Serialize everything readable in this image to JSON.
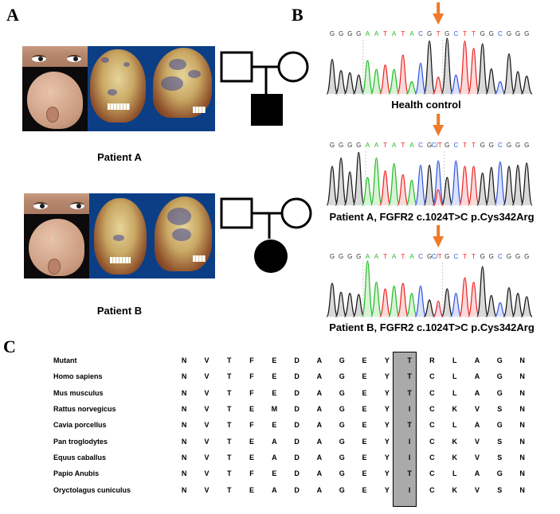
{
  "panels": {
    "a_label": "A",
    "b_label": "B",
    "c_label": "C"
  },
  "patients": [
    {
      "caption": "Patient A",
      "pedigree": {
        "father": "unaffected-male",
        "mother": "unaffected-female",
        "proband": "affected-male"
      },
      "photos": [
        "eyes-closeup",
        "head-profile",
        "ct-skull-frontal",
        "ct-skull-lateral"
      ]
    },
    {
      "caption": "Patient B",
      "pedigree": {
        "father": "unaffected-male",
        "mother": "unaffected-female",
        "proband": "affected-female"
      },
      "photos": [
        "eyes-closeup",
        "head-profile",
        "ct-skull-frontal",
        "ct-skull-lateral"
      ]
    }
  ],
  "colors": {
    "A": "#22bb22",
    "C": "#3355dd",
    "G": "#333333",
    "T": "#ee2222",
    "arrow": "#ee7a2a",
    "highlight": "#aaaaaa",
    "ct_background": "#0c3e86"
  },
  "chromatograms": [
    {
      "caption": "Health control",
      "bases": [
        "G",
        "G",
        "G",
        "G",
        "A",
        "A",
        "T",
        "A",
        "T",
        "A",
        "C",
        "G",
        "T",
        "G",
        "C",
        "T",
        "T",
        "G",
        "G",
        "C",
        "G",
        "G",
        "G"
      ],
      "mutation_index": 12,
      "mutation_call": "T",
      "peaks": [
        {
          "b": "G",
          "h": 0.62
        },
        {
          "b": "G",
          "h": 0.42
        },
        {
          "b": "G",
          "h": 0.38
        },
        {
          "b": "G",
          "h": 0.34
        },
        {
          "b": "A",
          "h": 0.6
        },
        {
          "b": "A",
          "h": 0.44
        },
        {
          "b": "T",
          "h": 0.52
        },
        {
          "b": "A",
          "h": 0.44
        },
        {
          "b": "T",
          "h": 0.7
        },
        {
          "b": "A",
          "h": 0.22
        },
        {
          "b": "C",
          "h": 0.55
        },
        {
          "b": "G",
          "h": 0.95
        },
        {
          "b": "T",
          "h": 0.3
        },
        {
          "b": "G",
          "h": 1.0
        },
        {
          "b": "C",
          "h": 0.34
        },
        {
          "b": "T",
          "h": 0.95
        },
        {
          "b": "T",
          "h": 0.82
        },
        {
          "b": "G",
          "h": 0.9
        },
        {
          "b": "G",
          "h": 0.45
        },
        {
          "b": "C",
          "h": 0.22
        },
        {
          "b": "G",
          "h": 0.72
        },
        {
          "b": "G",
          "h": 0.4
        },
        {
          "b": "G",
          "h": 0.32
        }
      ]
    },
    {
      "caption": "Patient A, FGFR2 c.1024T>C p.Cys342Arg",
      "bases": [
        "G",
        "G",
        "G",
        "G",
        "A",
        "A",
        "T",
        "A",
        "T",
        "A",
        "C",
        "G",
        "C/T",
        "G",
        "C",
        "T",
        "T",
        "G",
        "G",
        "C",
        "G",
        "G",
        "G"
      ],
      "mutation_index": 12,
      "mutation_call": "C/T",
      "peaks": [
        {
          "b": "G",
          "h": 0.7
        },
        {
          "b": "G",
          "h": 0.85
        },
        {
          "b": "G",
          "h": 0.6
        },
        {
          "b": "G",
          "h": 0.95
        },
        {
          "b": "A",
          "h": 0.5
        },
        {
          "b": "A",
          "h": 0.85
        },
        {
          "b": "T",
          "h": 0.62
        },
        {
          "b": "A",
          "h": 0.75
        },
        {
          "b": "T",
          "h": 0.55
        },
        {
          "b": "A",
          "h": 0.45
        },
        {
          "b": "C",
          "h": 0.72
        },
        {
          "b": "G",
          "h": 0.72
        },
        {
          "b": "C",
          "h": 0.8
        },
        {
          "b": "G",
          "h": 0.5
        },
        {
          "b": "C",
          "h": 0.8
        },
        {
          "b": "T",
          "h": 0.7
        },
        {
          "b": "T",
          "h": 0.7
        },
        {
          "b": "G",
          "h": 0.58
        },
        {
          "b": "G",
          "h": 0.68
        },
        {
          "b": "C",
          "h": 0.78
        },
        {
          "b": "G",
          "h": 0.7
        },
        {
          "b": "G",
          "h": 0.72
        },
        {
          "b": "G",
          "h": 0.76
        }
      ]
    },
    {
      "caption": "Patient B, FGFR2 c.1024T>C p.Cys342Arg",
      "bases": [
        "G",
        "G",
        "G",
        "G",
        "A",
        "A",
        "T",
        "A",
        "T",
        "A",
        "C",
        "G",
        "C/T",
        "G",
        "C",
        "T",
        "T",
        "G",
        "G",
        "C",
        "G",
        "G",
        "G"
      ],
      "mutation_index": 12,
      "mutation_call": "C/T",
      "peaks": [
        {
          "b": "G",
          "h": 0.6
        },
        {
          "b": "G",
          "h": 0.44
        },
        {
          "b": "G",
          "h": 0.42
        },
        {
          "b": "G",
          "h": 0.4
        },
        {
          "b": "A",
          "h": 1.0
        },
        {
          "b": "A",
          "h": 0.62
        },
        {
          "b": "T",
          "h": 0.5
        },
        {
          "b": "A",
          "h": 0.55
        },
        {
          "b": "T",
          "h": 0.6
        },
        {
          "b": "A",
          "h": 0.42
        },
        {
          "b": "C",
          "h": 0.55
        },
        {
          "b": "G",
          "h": 0.3
        },
        {
          "b": "C",
          "h": 0.2
        },
        {
          "b": "G",
          "h": 0.5
        },
        {
          "b": "C",
          "h": 0.42
        },
        {
          "b": "T",
          "h": 0.7
        },
        {
          "b": "T",
          "h": 0.62
        },
        {
          "b": "G",
          "h": 0.9
        },
        {
          "b": "G",
          "h": 0.38
        },
        {
          "b": "C",
          "h": 0.25
        },
        {
          "b": "G",
          "h": 0.52
        },
        {
          "b": "G",
          "h": 0.42
        },
        {
          "b": "G",
          "h": 0.36
        }
      ]
    }
  ],
  "alignment": {
    "highlight_column": 11,
    "rows": [
      {
        "species": "Mutant",
        "residues": [
          "N",
          "V",
          "T",
          "F",
          "E",
          "D",
          "A",
          "G",
          "E",
          "Y",
          "T",
          "R",
          "L",
          "A",
          "G",
          "N"
        ]
      },
      {
        "species": "Homo sapiens",
        "residues": [
          "N",
          "V",
          "T",
          "F",
          "E",
          "D",
          "A",
          "G",
          "E",
          "Y",
          "T",
          "C",
          "L",
          "A",
          "G",
          "N"
        ]
      },
      {
        "species": "Mus musculus",
        "residues": [
          "N",
          "V",
          "T",
          "F",
          "E",
          "D",
          "A",
          "G",
          "E",
          "Y",
          "T",
          "C",
          "L",
          "A",
          "G",
          "N"
        ]
      },
      {
        "species": "Rattus norvegicus",
        "residues": [
          "N",
          "V",
          "T",
          "E",
          "M",
          "D",
          "A",
          "G",
          "E",
          "Y",
          "I",
          "C",
          "K",
          "V",
          "S",
          "N"
        ]
      },
      {
        "species": "Cavia porcellus",
        "residues": [
          "N",
          "V",
          "T",
          "F",
          "E",
          "D",
          "A",
          "G",
          "E",
          "Y",
          "T",
          "C",
          "L",
          "A",
          "G",
          "N"
        ]
      },
      {
        "species": "Pan troglodytes",
        "residues": [
          "N",
          "V",
          "T",
          "E",
          "A",
          "D",
          "A",
          "G",
          "E",
          "Y",
          "I",
          "C",
          "K",
          "V",
          "S",
          "N"
        ]
      },
      {
        "species": "Equus caballus",
        "residues": [
          "N",
          "V",
          "T",
          "E",
          "A",
          "D",
          "A",
          "G",
          "E",
          "Y",
          "I",
          "C",
          "K",
          "V",
          "S",
          "N"
        ]
      },
      {
        "species": "Papio Anubis",
        "residues": [
          "N",
          "V",
          "T",
          "F",
          "E",
          "D",
          "A",
          "G",
          "E",
          "Y",
          "T",
          "C",
          "L",
          "A",
          "G",
          "N"
        ]
      },
      {
        "species": "Oryctolagus cuniculus",
        "residues": [
          "N",
          "V",
          "T",
          "E",
          "A",
          "D",
          "A",
          "G",
          "E",
          "Y",
          "I",
          "C",
          "K",
          "V",
          "S",
          "N"
        ]
      }
    ]
  }
}
